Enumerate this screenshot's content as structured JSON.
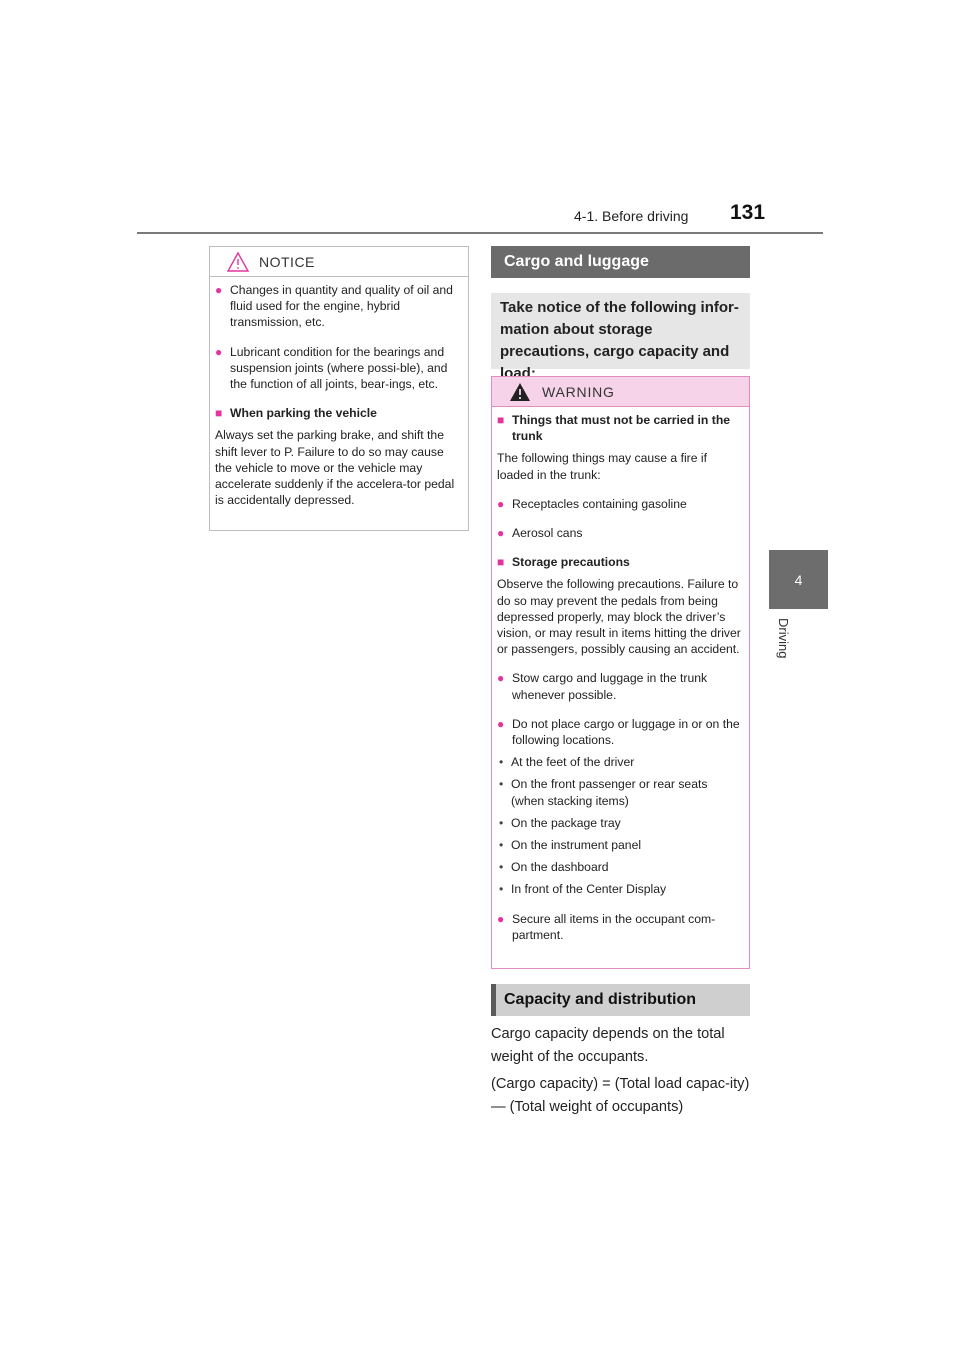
{
  "header": {
    "section": "4-1. Before driving",
    "page_number": "131"
  },
  "side_tab": {
    "chapter_number": "4",
    "chapter_name": "Driving"
  },
  "notice": {
    "title": "NOTICE",
    "items": [
      "Changes in quantity and quality of oil and fluid used for the engine, hybrid transmission, etc.",
      "Lubricant condition for the bearings and suspension joints (where possi-ble), and the function of all joints, bear-ings, etc."
    ],
    "parking_heading": "When parking the vehicle",
    "parking_text": "Always set the parking brake, and shift the shift lever to P. Failure to do so may cause the vehicle to move or the vehicle may accelerate suddenly if the accelera-tor pedal is accidentally depressed."
  },
  "cargo": {
    "heading": "Cargo and luggage",
    "intro": "Take notice of the following infor-mation about storage precautions, cargo capacity and load:"
  },
  "warning": {
    "title": "WARNING",
    "heading1": "Things that must not be carried in the trunk",
    "text1": "The following things may cause a fire if loaded in the trunk:",
    "items1": [
      "Receptacles containing gasoline",
      "Aerosol cans"
    ],
    "heading2": "Storage precautions",
    "text2": "Observe the following precautions. Failure to do so may prevent the pedals from being depressed properly, may block the driver’s vision, or may result in items hitting the driver or passengers, possibly causing an accident.",
    "item_stow": "Stow cargo and luggage in the trunk whenever possible.",
    "item_donot": "Do not place cargo or luggage in or on the following locations.",
    "locations": [
      "At the feet of the driver",
      "On the front passenger or rear seats (when stacking items)",
      "On the package tray",
      "On the instrument panel",
      "On the dashboard",
      "In front of the Center Display"
    ],
    "item_secure": "Secure all items in the occupant com-partment."
  },
  "capacity": {
    "heading": "Capacity and distribution",
    "text1": "Cargo capacity depends on the total weight of the occupants.",
    "text2": "(Cargo capacity) = (Total load capac-ity) — (Total weight of occupants)"
  },
  "colors": {
    "accent": "#e3339f",
    "warning_bg": "#f7d3e9",
    "bar_dark": "#6b6b6b"
  }
}
